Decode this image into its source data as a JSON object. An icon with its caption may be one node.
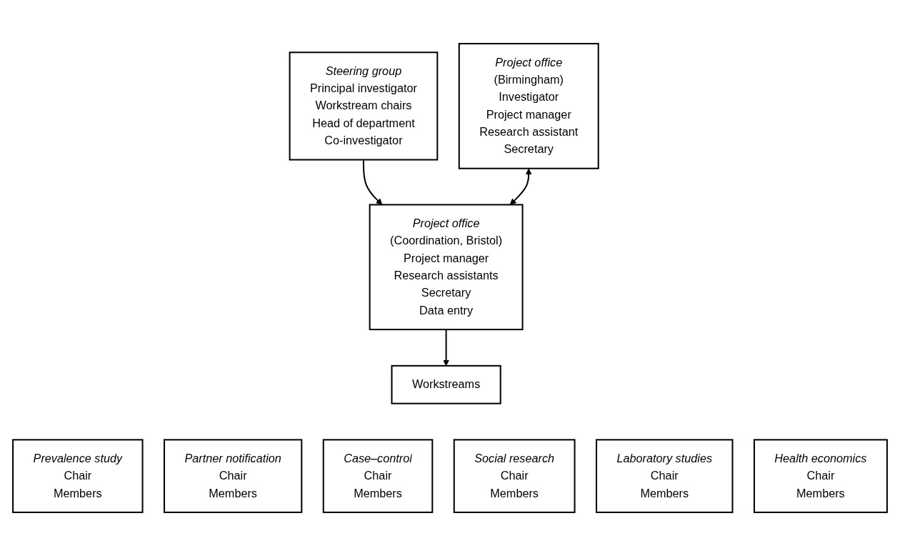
{
  "diagram": {
    "nodes": [
      {
        "text": [
          "Steering group",
          "Principal investigator",
          "Workstream chairs",
          "Head of department",
          "Co-investigator"
        ]
      },
      {
        "text": [
          "Project office",
          "(Birmingham)",
          "Investigator",
          "Project manager",
          "Research assistant",
          "Secretary"
        ]
      },
      {
        "text": [
          "Project office",
          "(Coordination, Bristol)",
          "Project manager",
          "Research assistants",
          "Secretary",
          "Data entry"
        ]
      },
      {
        "text": [
          "Workstreams"
        ]
      },
      {
        "text": [
          "Prevalence study",
          "Chair",
          "Members"
        ]
      },
      {
        "text": [
          "Partner notification",
          "Chair",
          "Members"
        ]
      },
      {
        "text": [
          "Case–control",
          "Chair",
          "Members"
        ]
      },
      {
        "text": [
          "Social research",
          "Chair",
          "Members"
        ]
      },
      {
        "text": [
          "Laboratory studies",
          "Chair",
          "Members"
        ]
      },
      {
        "text": [
          "Health economics",
          "Chair",
          "Members"
        ]
      }
    ],
    "edges": [
      {
        "from": 0,
        "to": 2,
        "arrow": "to"
      },
      {
        "from": 1,
        "to": 2,
        "arrow": "both"
      },
      {
        "from": 2,
        "to": 3,
        "arrow": "to"
      }
    ]
  }
}
